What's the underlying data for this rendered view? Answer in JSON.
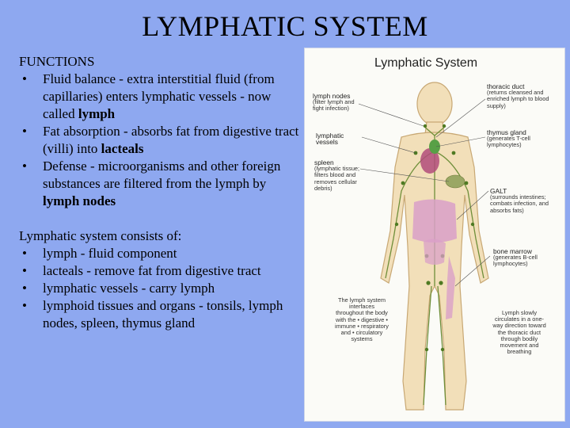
{
  "slide": {
    "title": "LYMPHATIC SYSTEM",
    "functions_heading": "FUNCTIONS",
    "bullet_char": "•",
    "functions": [
      {
        "pre": "Fluid balance - extra interstitial fluid (from capillaries) enters lymphatic vessels - now called ",
        "bold": "lymph",
        "post": ""
      },
      {
        "pre": "Fat absorption - absorbs fat from digestive tract (villi) into ",
        "bold": "lacteals",
        "post": ""
      },
      {
        "pre": "Defense - microorganisms and other foreign substances are filtered from the lymph by ",
        "bold": "lymph nodes",
        "post": ""
      }
    ],
    "consists_heading": "Lymphatic system consists of:",
    "components": [
      "lymph - fluid component",
      "lacteals - remove fat from digestive tract",
      "lymphatic vessels - carry lymph",
      "lymphoid tissues and organs - tonsils, lymph nodes, spleen, thymus gland"
    ]
  },
  "figure": {
    "title": "Lymphatic System",
    "labels": {
      "lymph_nodes": {
        "main": "lymph nodes",
        "sub": "(filter lymph and fight infection)"
      },
      "lymphatic_vessels": {
        "main": "lymphatic vessels",
        "sub": ""
      },
      "spleen": {
        "main": "spleen",
        "sub": "(lymphatic tissue; filters blood and removes cellular debris)"
      },
      "thoracic_duct": {
        "main": "thoracic duct",
        "sub": "(returns cleansed and enriched lymph to blood supply)"
      },
      "thymus": {
        "main": "thymus gland",
        "sub": "(generates T-cell lymphocytes)"
      },
      "galt": {
        "main": "GALT",
        "sub": "(surrounds intestines; combats infection, and absorbs fats)"
      },
      "bone_marrow": {
        "main": "bone marrow",
        "sub": "(generates B-cell lymphocytes)"
      },
      "interfaces": {
        "main": "",
        "sub": "The lymph system interfaces throughout the body with the • digestive • immune • respiratory and • circulatory systems"
      },
      "flow": {
        "main": "",
        "sub": "Lymph slowly circulates in a one-way direction toward the thoracic duct through bodily movement and breathing"
      }
    },
    "colors": {
      "skin": "#f2dfb9",
      "skin_outline": "#c8a874",
      "vessel": "#6f8f3a",
      "node": "#4f7a23",
      "organ_pink": "#d9a0c8",
      "spleen": "#9aa764",
      "heart": "#b24c7a"
    }
  }
}
